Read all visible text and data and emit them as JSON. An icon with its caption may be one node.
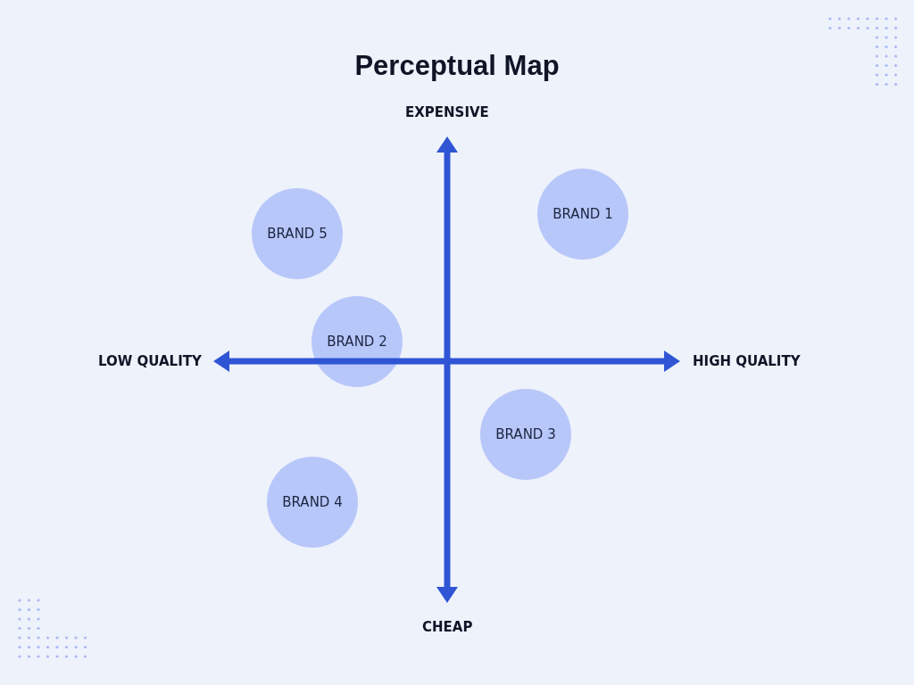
{
  "diagram": {
    "title": "Perceptual Map",
    "nodes": [
      {
        "text": [
          "BRAND 1"
        ]
      },
      {
        "text": [
          "BRAND 5"
        ]
      },
      {
        "text": [
          "BRAND 2"
        ]
      },
      {
        "text": [
          "BRAND 3"
        ]
      },
      {
        "text": [
          "BRAND 4"
        ]
      }
    ],
    "labels": [
      "EXPENSIVE",
      "LOW QUALITY",
      "HIGH QUALITY",
      "CHEAP"
    ]
  }
}
